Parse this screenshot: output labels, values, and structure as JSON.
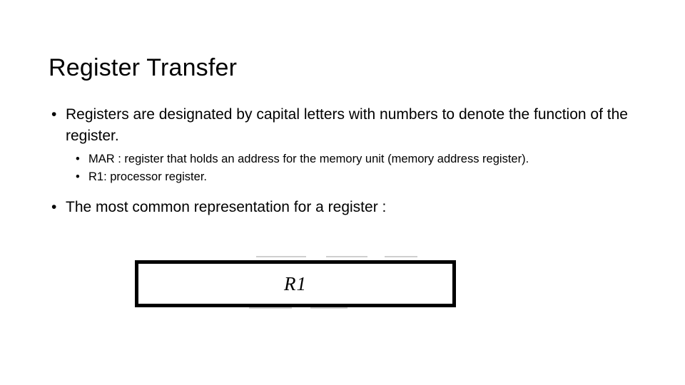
{
  "slide": {
    "title": "Register Transfer",
    "bullet_marker": "•",
    "content": [
      {
        "level": 1,
        "text": "Registers are designated by capital letters with numbers to denote the function of the register.",
        "children": [
          {
            "level": 2,
            "text": "MAR : register that holds an address for the memory unit (memory address register)."
          },
          {
            "level": 2,
            "text": "R1: processor register."
          }
        ]
      },
      {
        "level": 1,
        "text": "The most common representation for a register :",
        "children": []
      }
    ],
    "figure": {
      "type": "register-box",
      "label": "R1",
      "border_color": "#000000",
      "fill_color": "#ffffff"
    },
    "background_color": "#ffffff",
    "text_color": "#000000"
  }
}
